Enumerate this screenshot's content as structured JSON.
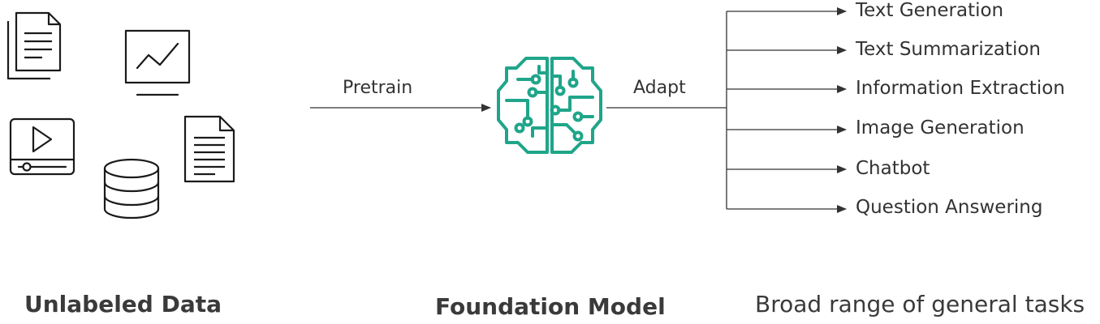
{
  "flow": {
    "pretrain_label": "Pretrain",
    "adapt_label": "Adapt"
  },
  "tasks": [
    {
      "label": "Text Generation"
    },
    {
      "label": "Text Summarization"
    },
    {
      "label": "Information Extraction"
    },
    {
      "label": "Image Generation"
    },
    {
      "label": "Chatbot"
    },
    {
      "label": "Question Answering"
    }
  ],
  "sections": {
    "input_title": "Unlabeled Data",
    "model_title": "Foundation Model",
    "output_title": "Broad range of general tasks"
  },
  "icons": {
    "documents": "stacked-documents-icon",
    "chart": "line-chart-monitor-icon",
    "video": "video-player-icon",
    "database": "database-icon",
    "text_document": "text-document-icon",
    "model": "brain-circuit-icon"
  },
  "colors": {
    "model_accent": "#1fa58a",
    "line": "#333333"
  }
}
